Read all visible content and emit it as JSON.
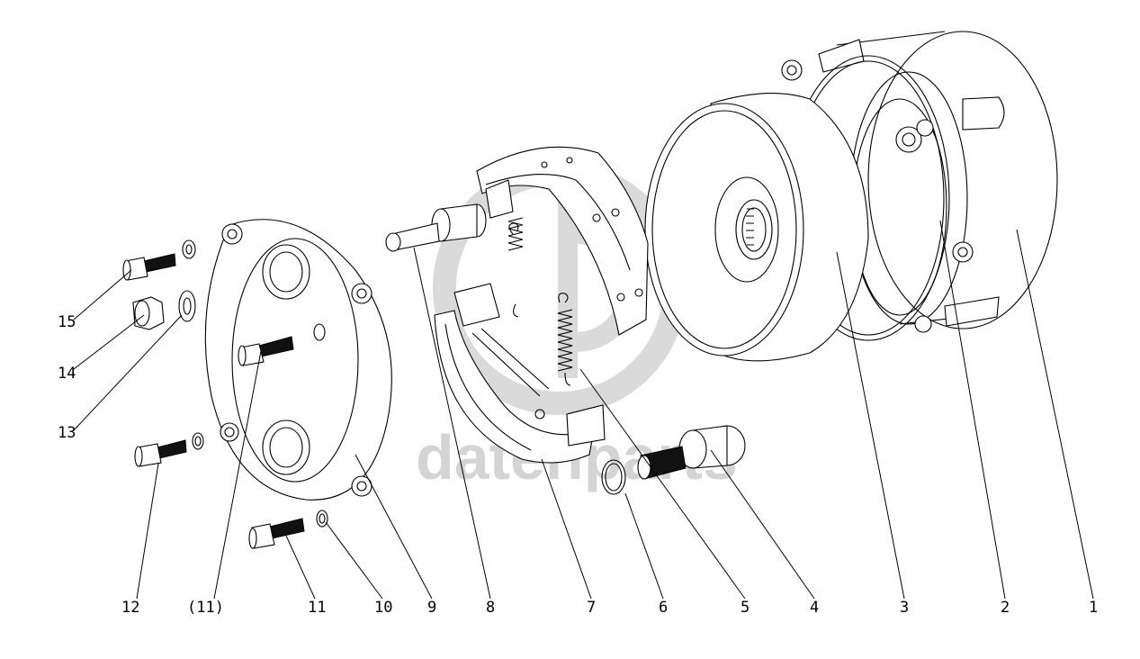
{
  "watermark": {
    "text": "datenparts",
    "color": "#d4d4d4"
  },
  "callouts": {
    "c1": "1",
    "c2": "2",
    "c3": "3",
    "c4": "4",
    "c5": "5",
    "c6": "6",
    "c7": "7",
    "c8": "8",
    "c9": "9",
    "c10": "10",
    "c11": "11",
    "c11b": "(11)",
    "c12": "12",
    "c13": "13",
    "c14": "14",
    "c15": "15"
  }
}
